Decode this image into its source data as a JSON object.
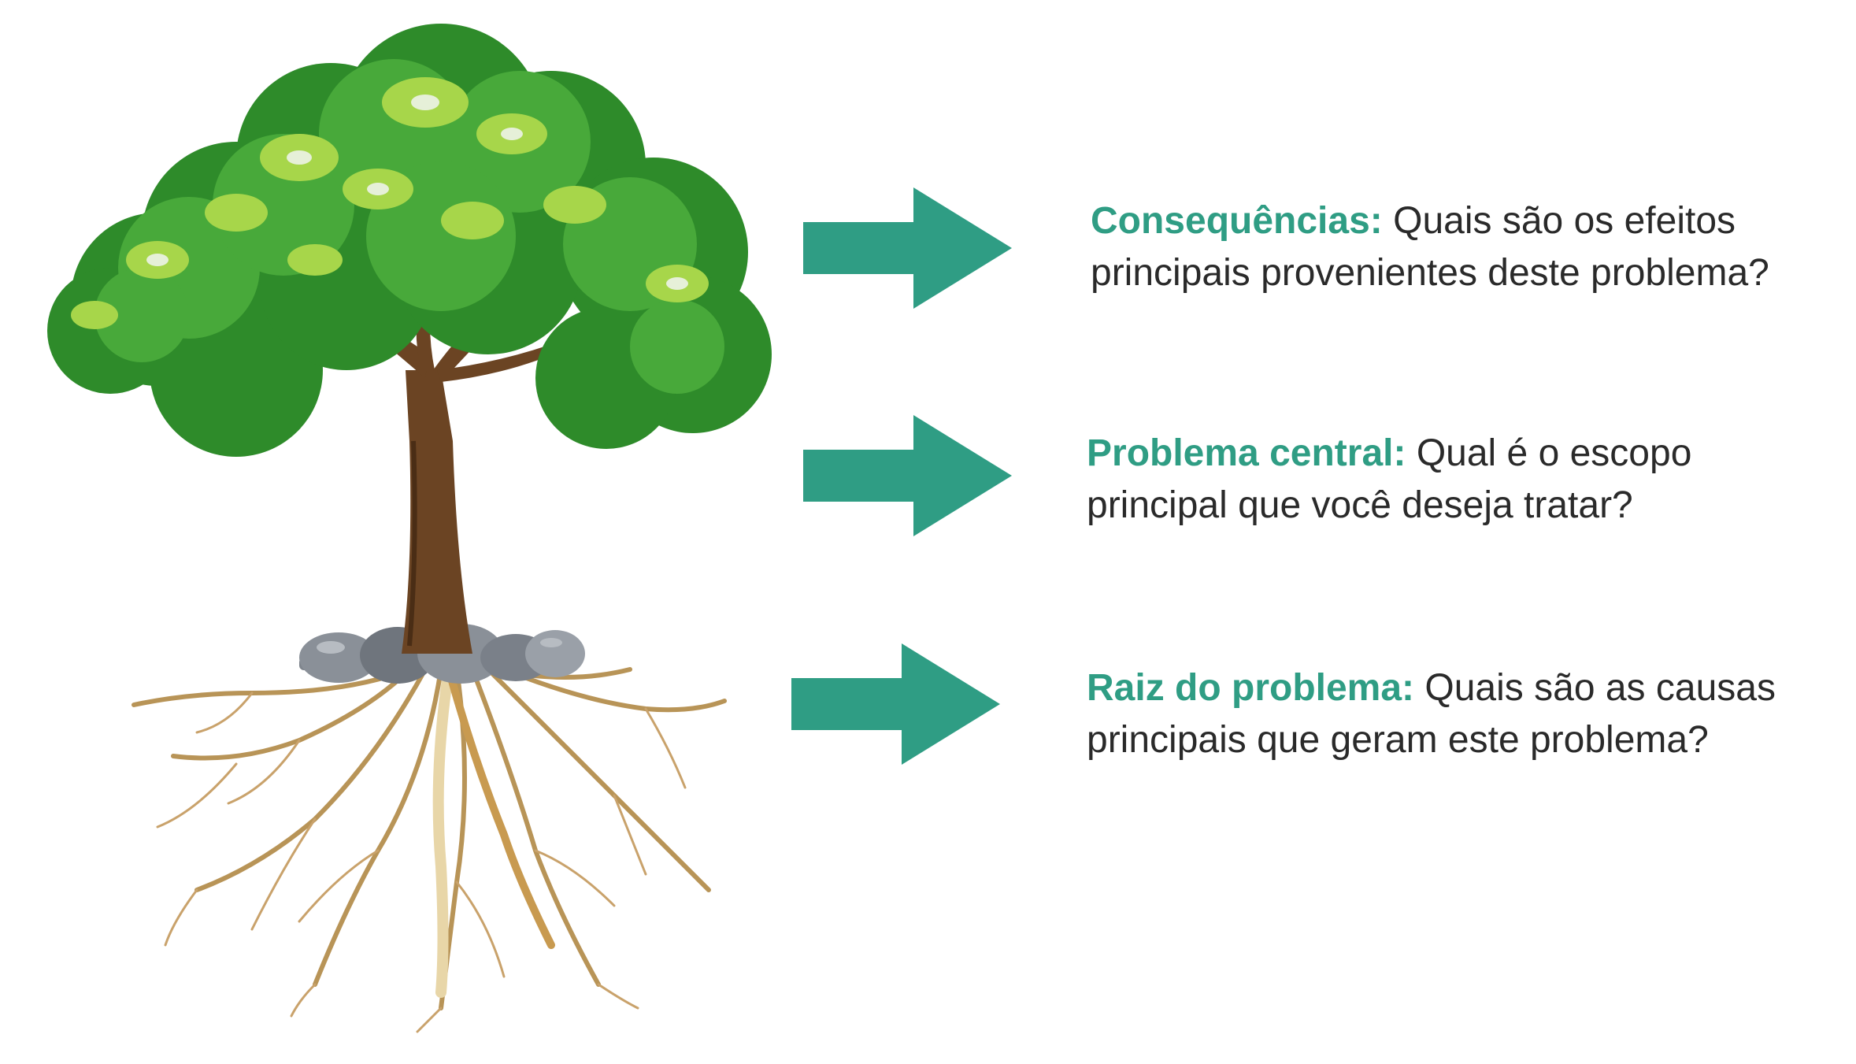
{
  "colors": {
    "accent": "#2f9d84",
    "text": "#2a2a2a",
    "leaf_dark": "#2e8b2a",
    "leaf_mid": "#48a93a",
    "leaf_light": "#a7d64a",
    "trunk": "#6b4423",
    "root": "#c2974f",
    "rock": "#8a9098"
  },
  "items": [
    {
      "term": "Consequências:",
      "line1": "Quais são os efeitos",
      "line2": "principais provenientes deste problema?"
    },
    {
      "term": "Problema central:",
      "line1": "Qual é o escopo",
      "line2": "principal que você deseja tratar?"
    },
    {
      "term": "Raiz do problema:",
      "line1": "Quais são as causas",
      "line2": "principais que geram este problema?"
    }
  ]
}
